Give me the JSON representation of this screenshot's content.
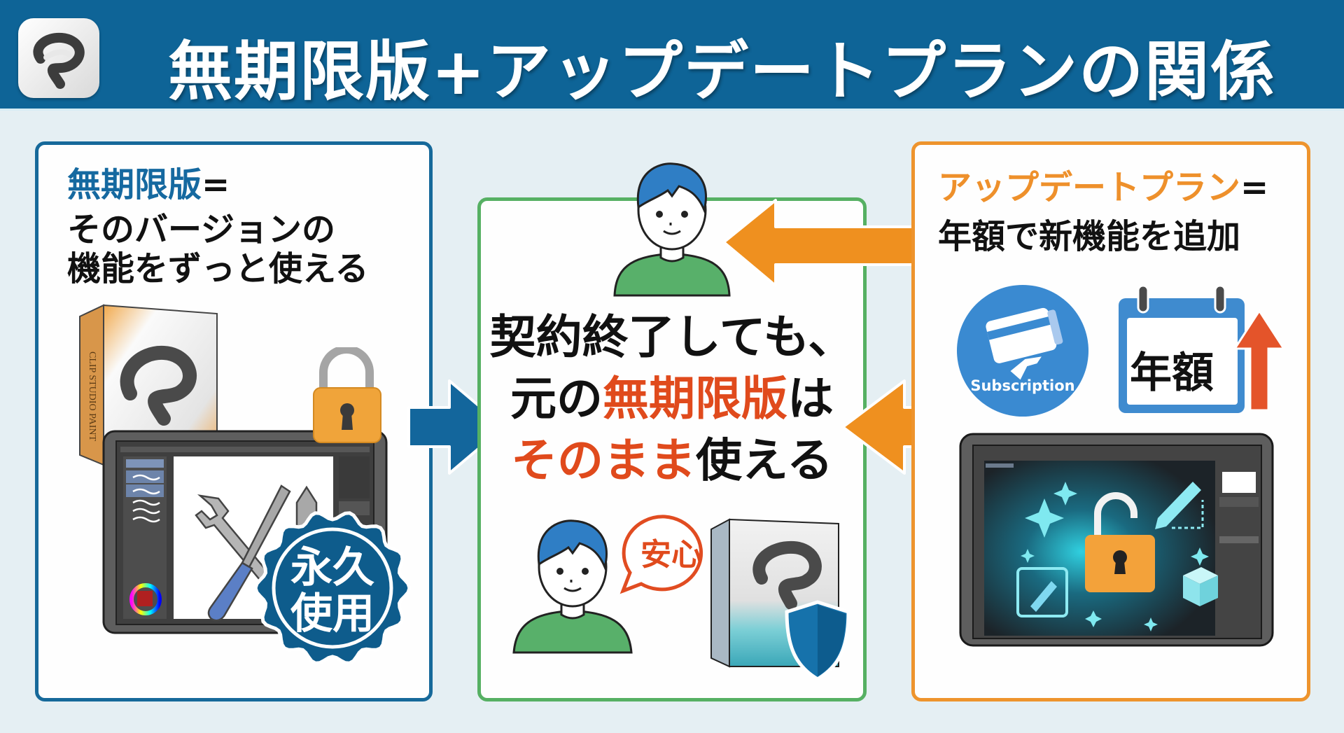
{
  "header": {
    "title": "無期限版+アップデートプランの関係",
    "logo_icon": "clip-studio-logo-icon",
    "background_color": "#0e6497"
  },
  "left_panel": {
    "heading_highlight": "無期限版",
    "heading_equals": "=",
    "line2": "そのバージョンの",
    "line3": "機能をずっと使える",
    "box_label": "CLIP STUDIO PAINT",
    "badge_line1": "永久",
    "badge_line2": "使用",
    "border_color": "#16699a",
    "icons": [
      "software-box-icon",
      "padlock-icon",
      "tablet-app-icon",
      "wrench-icon",
      "screwdriver-icon",
      "pen-nib-icon",
      "color-wheel-icon",
      "permanent-use-badge"
    ]
  },
  "middle_panel": {
    "line1": "契約終了しても、",
    "line2_prefix": "元の",
    "line2_highlight": "無期限版",
    "line2_suffix": "は",
    "line3_highlight": "そのまま",
    "line3_suffix": "使える",
    "speech_bubble": "安心",
    "border_color": "#56b063",
    "icons": [
      "person-icon",
      "person-icon",
      "speech-bubble",
      "software-box-icon",
      "shield-icon"
    ]
  },
  "right_panel": {
    "heading_highlight": "アップデートプラン",
    "heading_equals": "=",
    "line2": "年額で新機能を追加",
    "subscription_label": "Subscription",
    "calendar_label": "年額",
    "border_color": "#ee942d",
    "icons": [
      "subscription-card-icon",
      "calendar-icon",
      "up-arrow-icon",
      "tablet-app-icon",
      "unlocked-padlock-icon",
      "sparkle-icon",
      "pencil-icon",
      "pen-tool-icon",
      "cube-icon"
    ]
  },
  "arrows": {
    "left_to_middle": {
      "direction": "right",
      "color": "#13669c"
    },
    "right_to_middle": {
      "direction": "left",
      "color": "#ef901f"
    },
    "right_to_person": {
      "direction": "left",
      "color": "#ef901f"
    }
  }
}
